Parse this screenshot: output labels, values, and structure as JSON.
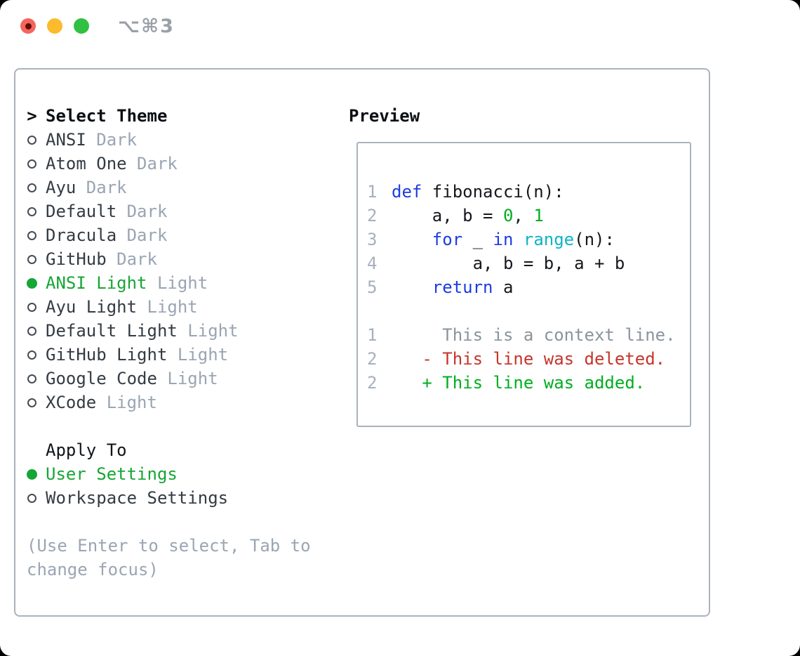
{
  "window": {
    "title": "⌥⌘3",
    "traffic_lights": [
      "close",
      "minimize",
      "zoom"
    ]
  },
  "theme_picker": {
    "prompt": ">",
    "title": "Select Theme",
    "items": [
      {
        "name": "ANSI",
        "variant": "Dark",
        "selected": false
      },
      {
        "name": "Atom One",
        "variant": "Dark",
        "selected": false
      },
      {
        "name": "Ayu",
        "variant": "Dark",
        "selected": false
      },
      {
        "name": "Default",
        "variant": "Dark",
        "selected": false
      },
      {
        "name": "Dracula",
        "variant": "Dark",
        "selected": false
      },
      {
        "name": "GitHub",
        "variant": "Dark",
        "selected": false
      },
      {
        "name": "ANSI Light",
        "variant": "Light",
        "selected": true
      },
      {
        "name": "Ayu Light",
        "variant": "Light",
        "selected": false
      },
      {
        "name": "Default Light",
        "variant": "Light",
        "selected": false
      },
      {
        "name": "GitHub Light",
        "variant": "Light",
        "selected": false
      },
      {
        "name": "Google Code",
        "variant": "Light",
        "selected": false
      },
      {
        "name": "XCode",
        "variant": "Light",
        "selected": false
      }
    ]
  },
  "apply_to": {
    "title": "Apply To",
    "options": [
      {
        "label": "User Settings",
        "selected": true
      },
      {
        "label": "Workspace Settings",
        "selected": false
      }
    ]
  },
  "hint_lines": [
    "(Use Enter to select, Tab to",
    "change focus)"
  ],
  "preview": {
    "title": "Preview",
    "lines": [
      {
        "num": "1",
        "tokens": [
          {
            "t": "def",
            "c": "keyword"
          },
          {
            "t": " fibonacci(n):",
            "c": "plain"
          }
        ]
      },
      {
        "num": "2",
        "tokens": [
          {
            "t": "    a, b = ",
            "c": "plain"
          },
          {
            "t": "0",
            "c": "number"
          },
          {
            "t": ", ",
            "c": "plain"
          },
          {
            "t": "1",
            "c": "number"
          }
        ]
      },
      {
        "num": "3",
        "tokens": [
          {
            "t": "    ",
            "c": "plain"
          },
          {
            "t": "for",
            "c": "keyword"
          },
          {
            "t": " _ ",
            "c": "plain"
          },
          {
            "t": "in",
            "c": "keyword"
          },
          {
            "t": " ",
            "c": "plain"
          },
          {
            "t": "range",
            "c": "builtin"
          },
          {
            "t": "(n):",
            "c": "plain"
          }
        ]
      },
      {
        "num": "4",
        "tokens": [
          {
            "t": "        a, b = b, a + b",
            "c": "plain"
          }
        ]
      },
      {
        "num": "5",
        "tokens": [
          {
            "t": "    ",
            "c": "plain"
          },
          {
            "t": "return",
            "c": "keyword"
          },
          {
            "t": " a",
            "c": "plain"
          }
        ]
      },
      {
        "num": "",
        "tokens": []
      },
      {
        "num": "1",
        "tokens": [
          {
            "t": "     This is a context line.",
            "c": "context"
          }
        ]
      },
      {
        "num": "2",
        "tokens": [
          {
            "t": "   - This line was deleted.",
            "c": "deleted"
          }
        ]
      },
      {
        "num": "2",
        "tokens": [
          {
            "t": "   + This line was added.",
            "c": "added"
          }
        ]
      }
    ]
  },
  "colors": {
    "selected_green": "#16a635",
    "keyword_blue": "#1c3ce2",
    "builtin_cyan": "#0db4c6",
    "number_green": "#00ae1f",
    "added_green": "#00ae1f",
    "deleted_red": "#c5352a",
    "context_gray": "#8b939c",
    "muted_gray": "#9aa5b3",
    "border_gray": "#aab3bd",
    "traffic_red": "#f4655c",
    "traffic_yellow": "#fcba2d",
    "traffic_green": "#30c143"
  }
}
